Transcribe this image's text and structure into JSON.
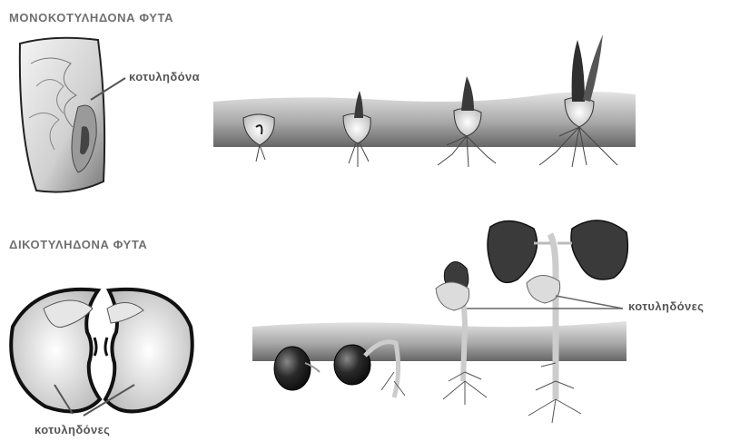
{
  "monocot": {
    "title": "ΜΟΝΟΚΟΤΥΛΗΔΟΝΑ ΦΥΤΑ",
    "cotyledon_label": "κοτυληδόνα"
  },
  "dicot": {
    "title": "ΔΙΚΟΤΥΛΗΔΟΝΑ ΦΥΤΑ",
    "cotyledons_label_right": "κοτυληδόνες",
    "cotyledons_label_bottom": "κοτυληδόνες"
  },
  "colors": {
    "soil_top": "#cfcfcf",
    "soil_bottom": "#6a6a6a",
    "leaf_dark": "#2f2f2f",
    "label_gray": "#555555"
  }
}
